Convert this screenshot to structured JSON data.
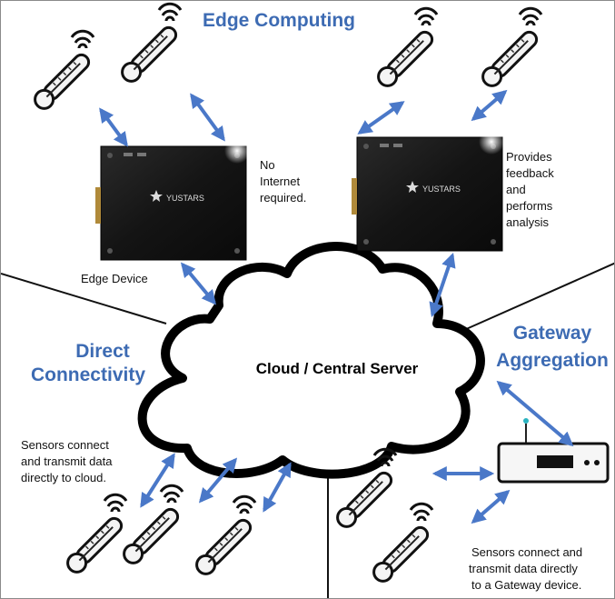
{
  "sections": {
    "edge": "Edge Computing",
    "direct": [
      "Direct",
      "Connectivity"
    ],
    "gateway": [
      "Gateway",
      "Aggregation"
    ]
  },
  "cloud_label": "Cloud / Central Server",
  "notes": {
    "no_internet": [
      "No",
      "Internet",
      "required."
    ],
    "feedback": [
      "Provides",
      "feedback",
      "and",
      "performs",
      "analysis"
    ],
    "edge_device": "Edge Device",
    "direct_sensors": [
      "Sensors  connect",
      "and transmit data",
      "directly to cloud."
    ],
    "gateway_sensors": [
      "Sensors connect and",
      "transmit data directly",
      "to a Gateway device."
    ]
  },
  "device_brand": "YUSTARS",
  "colors": {
    "section_title": "#3d6bb3",
    "arrow": "#4a78c8",
    "cloud_outline": "#000000",
    "device_body": "#161616"
  },
  "icons": {
    "sensor": "thermometer-wifi-icon",
    "edge_device": "ssd-edge-device-icon",
    "gateway": "router-gateway-icon"
  }
}
